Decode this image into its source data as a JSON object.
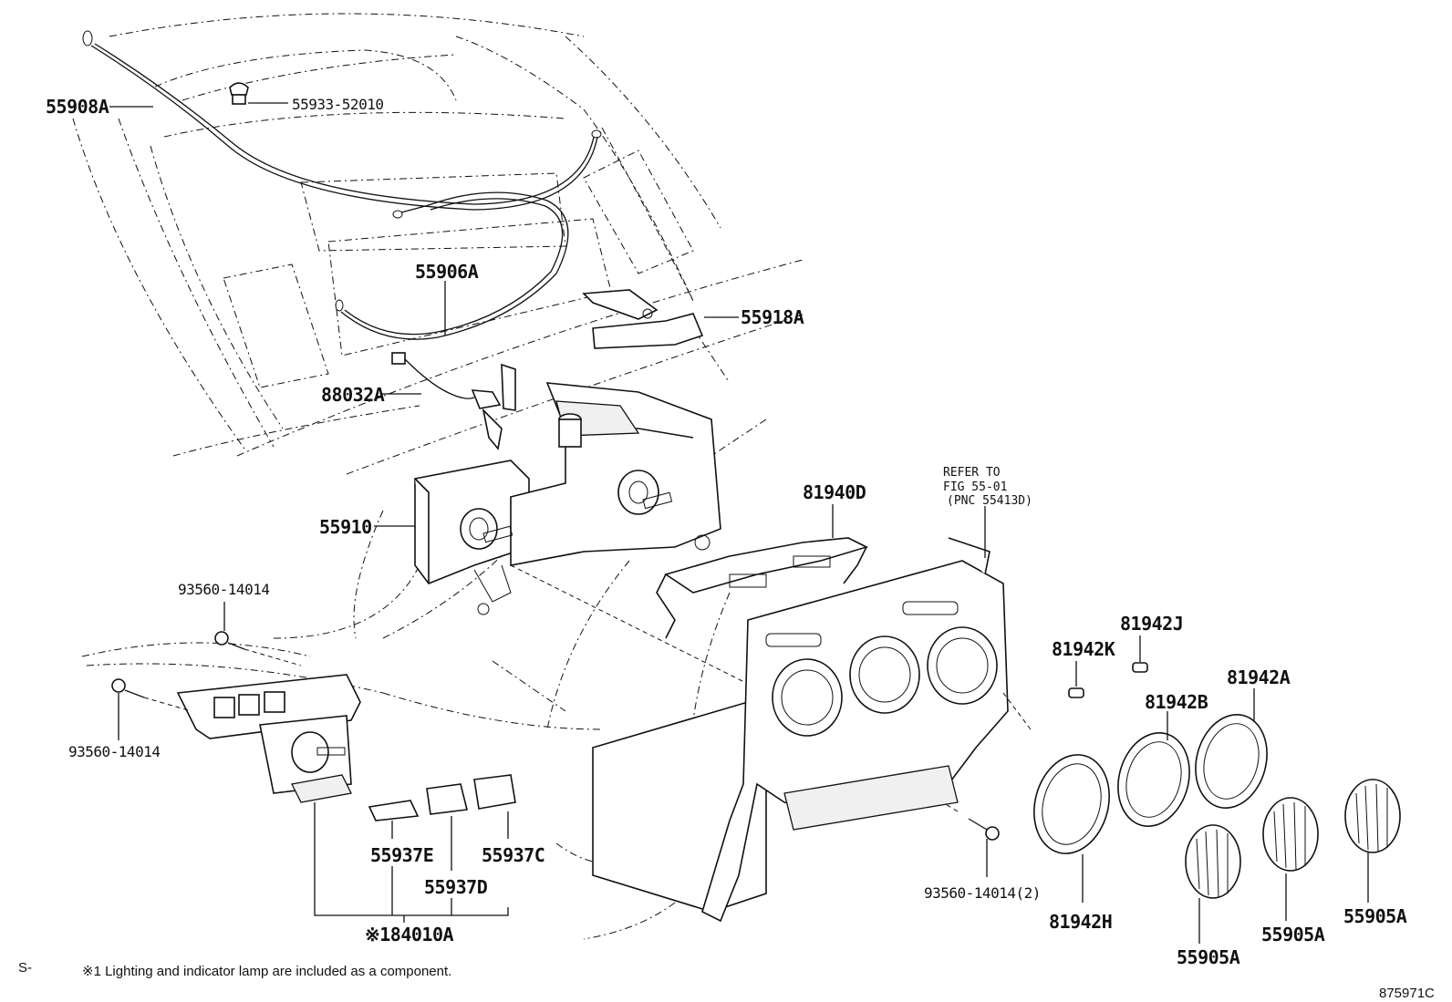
{
  "labels": {
    "p55908A": "55908A",
    "p55933": "55933-52010",
    "p55906A": "55906A",
    "p55918A": "55918A",
    "p88032A": "88032A",
    "p55910": "55910",
    "p81940D": "81940D",
    "refer1": "REFER TO",
    "refer2": "FIG 55-01",
    "refer3": "(PNC 55413D)",
    "p93560_top": "93560-14014",
    "p93560_left": "93560-14014",
    "p81942K": "81942K",
    "p81942J": "81942J",
    "p81942A": "81942A",
    "p81942B": "81942B",
    "p55937E": "55937E",
    "p55937C": "55937C",
    "p55937D": "55937D",
    "p84010A": "※184010A",
    "p93560_2": "93560-14014(2)",
    "p81942H": "81942H",
    "p55905A_1": "55905A",
    "p55905A_2": "55905A",
    "p55905A_3": "55905A"
  },
  "footer": {
    "section_mark": "S-",
    "note": "※1 Lighting and indicator lamp are included as a component.",
    "figure_code": "875971C"
  }
}
